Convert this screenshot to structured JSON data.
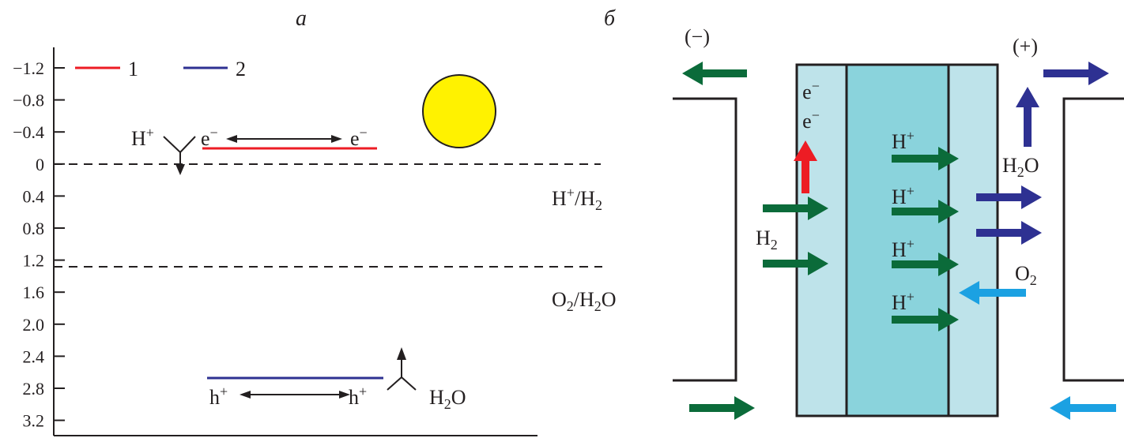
{
  "panel_a": {
    "title": "а",
    "y_ticks": [
      "−1.2",
      "−0.8",
      "−0.4",
      "0",
      "0.4",
      "0.8",
      "1.2",
      "1.6",
      "2.0",
      "2.4",
      "2.8",
      "3.2"
    ],
    "legend": [
      {
        "label": "1",
        "color": "#ED1C24"
      },
      {
        "label": "2",
        "color": "#2E3192"
      }
    ],
    "h_plus": {
      "base": "H",
      "sup": "+"
    },
    "electron": {
      "base": "e",
      "sup": "−"
    },
    "hole": {
      "base": "h",
      "sup": "+"
    },
    "water": {
      "a": "H",
      "sub": "2",
      "b": "O"
    },
    "h_couple": {
      "a": "H",
      "sup": "+",
      "b": "/H",
      "sub": "2"
    },
    "o_couple": {
      "a": "O",
      "sub": "2",
      "b": "/H",
      "sub2": "2",
      "c": "O"
    },
    "sun_color": "#FFF200"
  },
  "panel_b": {
    "title": "б",
    "negative": "(−)",
    "positive": "(+)",
    "electron": {
      "base": "e",
      "sup": "−"
    },
    "h_plus": {
      "base": "H",
      "sup": "+"
    },
    "hydrogen": {
      "a": "H",
      "sub": "2"
    },
    "oxygen": {
      "a": "O",
      "sub": "2"
    },
    "water": {
      "a": "H",
      "sub": "2",
      "b": "O"
    },
    "colors": {
      "electrode": "#BEE3EA",
      "membrane": "#8AD3DC",
      "green_arrow": "#0B6B3A",
      "navy_arrow": "#2E3192",
      "blue_arrow": "#1BA1E2",
      "red_arrow": "#ED1C24"
    }
  }
}
